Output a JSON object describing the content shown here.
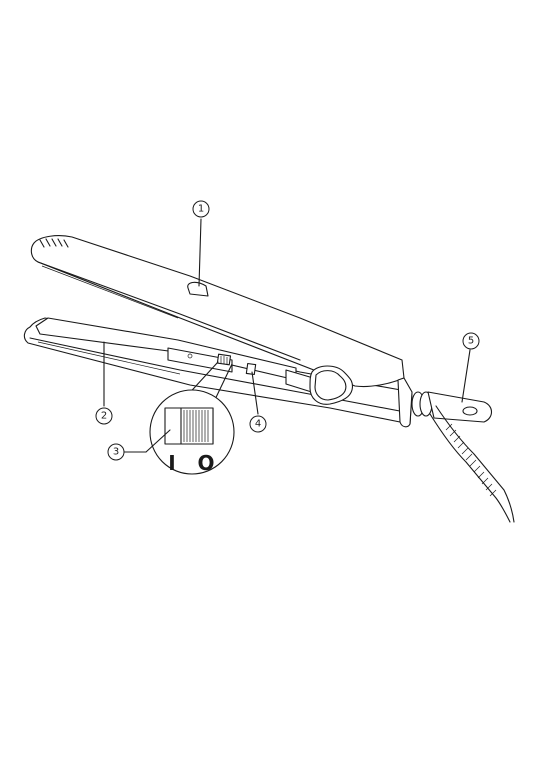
{
  "callouts": [
    {
      "number": "1",
      "part": "hood"
    },
    {
      "number": "2",
      "part": "plate"
    },
    {
      "number": "3",
      "part": "power-switch"
    },
    {
      "number": "4",
      "part": "lock"
    },
    {
      "number": "5",
      "part": "hanging-loop"
    }
  ],
  "switch_labels": {
    "on": "I",
    "off": "O"
  }
}
